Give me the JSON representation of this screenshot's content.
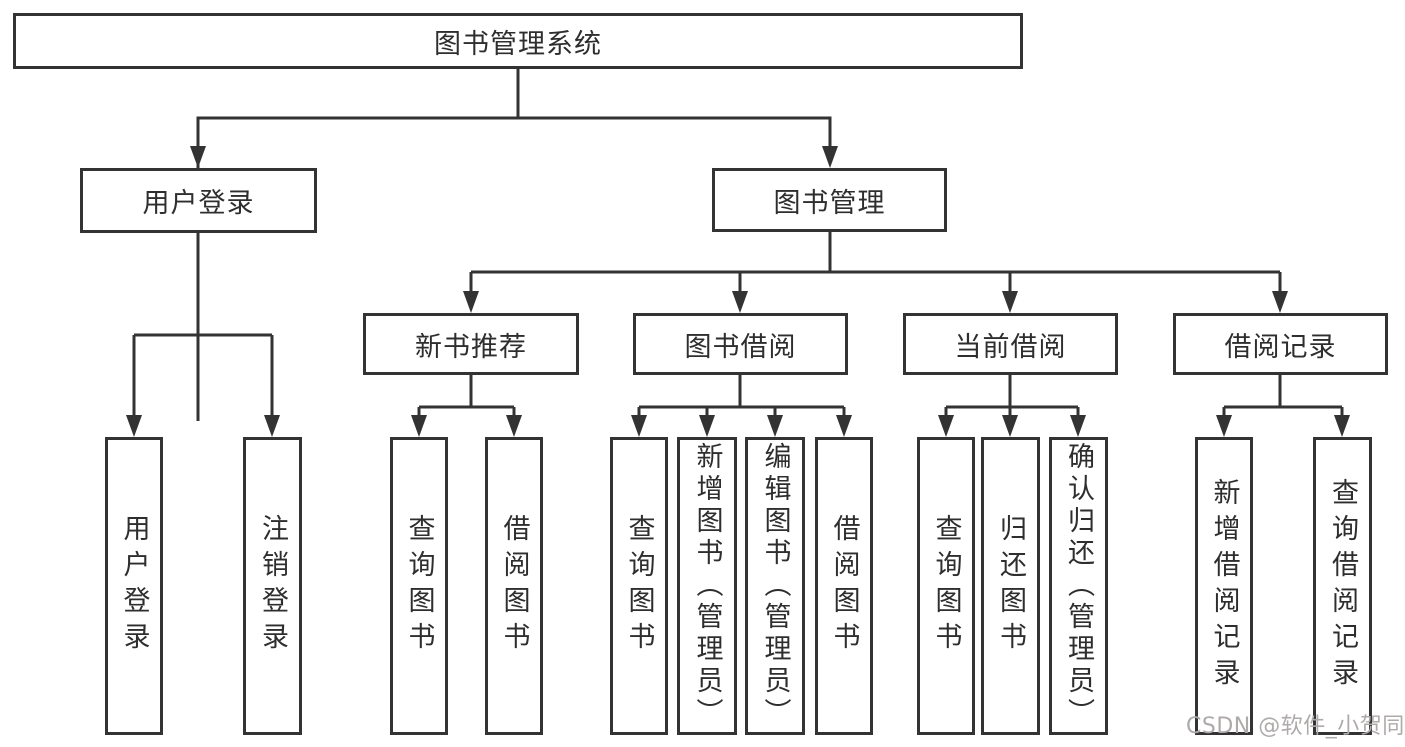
{
  "diagram": {
    "type": "hierarchy-tree",
    "nodes": {
      "root": "图书管理系统",
      "user_login": "用户登录",
      "book_mgmt": "图书管理",
      "new_book_rec": "新书推荐",
      "book_borrow": "图书借阅",
      "current_borrow": "当前借阅",
      "borrow_record": "借阅记录",
      "leaf_user_login": "用户登录",
      "leaf_logout": "注销登录",
      "rec_query_book": "查询图书",
      "rec_borrow_book": "借阅图书",
      "borrow_query_book": "查询图书",
      "borrow_add_book": "新增图书（管理员）",
      "borrow_edit_book": "编辑图书（管理员）",
      "borrow_borrow_book": "借阅图书",
      "cur_query_book": "查询图书",
      "cur_return_book": "归还图书",
      "cur_confirm_return": "确认归还（管理员）",
      "rec2_add_record": "新增借阅记录",
      "rec2_query_record": "查询借阅记录"
    },
    "edges": [
      [
        "root",
        "user_login"
      ],
      [
        "root",
        "book_mgmt"
      ],
      [
        "user_login",
        "leaf_user_login"
      ],
      [
        "user_login",
        "leaf_logout"
      ],
      [
        "book_mgmt",
        "new_book_rec"
      ],
      [
        "book_mgmt",
        "book_borrow"
      ],
      [
        "book_mgmt",
        "current_borrow"
      ],
      [
        "book_mgmt",
        "borrow_record"
      ],
      [
        "new_book_rec",
        "rec_query_book"
      ],
      [
        "new_book_rec",
        "rec_borrow_book"
      ],
      [
        "book_borrow",
        "borrow_query_book"
      ],
      [
        "book_borrow",
        "borrow_add_book"
      ],
      [
        "book_borrow",
        "borrow_edit_book"
      ],
      [
        "book_borrow",
        "borrow_borrow_book"
      ],
      [
        "current_borrow",
        "cur_query_book"
      ],
      [
        "current_borrow",
        "cur_return_book"
      ],
      [
        "current_borrow",
        "cur_confirm_return"
      ],
      [
        "borrow_record",
        "rec2_add_record"
      ],
      [
        "borrow_record",
        "rec2_query_record"
      ]
    ],
    "colors": {
      "line": "#333333",
      "box_border": "#333333",
      "text": "#2e2e2e",
      "watermark": "#afaaaa",
      "background": "#ffffff"
    },
    "watermark": "CSDN @软件_小贺同学"
  }
}
